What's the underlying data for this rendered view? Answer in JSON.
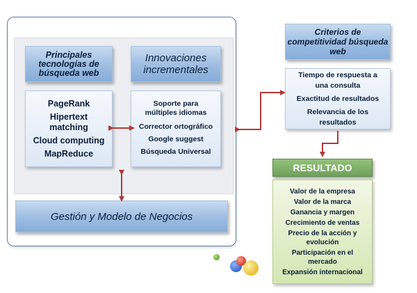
{
  "principales": {
    "title": "Principales tecnologías de búsqueda web",
    "items": [
      "PageRank",
      "Hipertext matching",
      "Cloud computing",
      "MapReduce"
    ]
  },
  "innovaciones": {
    "title": "Innovaciones incrementales",
    "items": [
      "Soporte para múltiples idiomas",
      "Corrector ortográfico",
      "Google suggest",
      "Búsqueda Universal"
    ]
  },
  "gestion": {
    "label": "Gestión y Modelo de Negocios"
  },
  "criterios": {
    "title": "Criterios de competitividad búsqueda web",
    "items": [
      "Tiempo de respuesta a una consulta",
      "Exactitud de resultados",
      "Relevancia de los resultados"
    ]
  },
  "resultado": {
    "title": "RESULTADO",
    "items": [
      "Valor de la empresa",
      "Valor de la marca",
      "Ganancia y margen",
      "Crecimiento de ventas",
      "Precio de la acción y evolución",
      "Participación en el mercado",
      "Expansión internacional"
    ]
  },
  "colors": {
    "arrow": "#b03a3a",
    "header_blue": "#9dbde2",
    "result_green": "#6fa15a"
  }
}
